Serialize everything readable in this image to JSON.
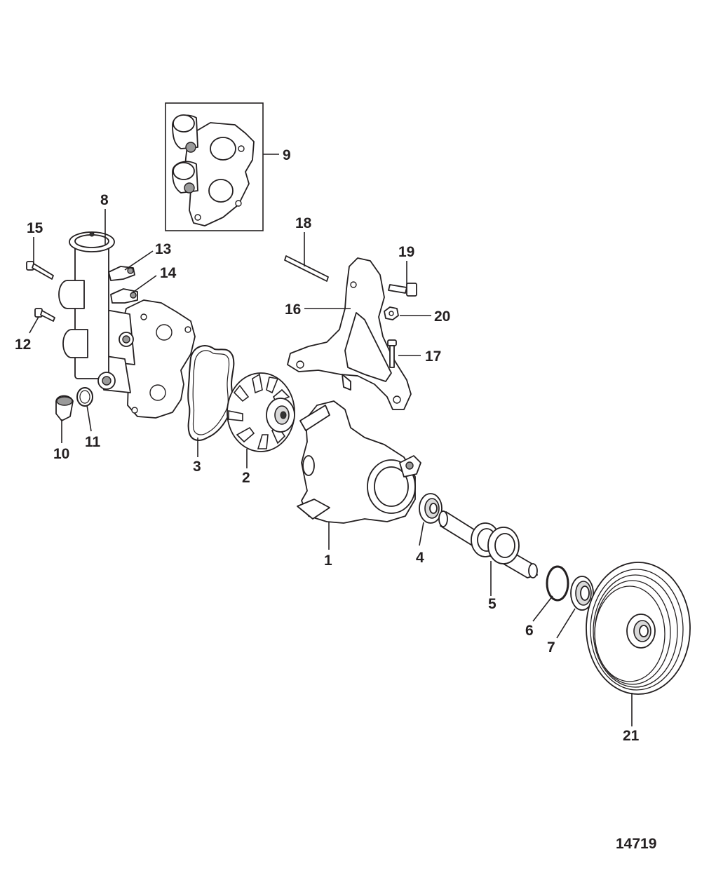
{
  "diagram": {
    "figure_number": "14719",
    "callouts": {
      "c1": "1",
      "c2": "2",
      "c3": "3",
      "c4": "4",
      "c5": "5",
      "c6": "6",
      "c7": "7",
      "c8": "8",
      "c9": "9",
      "c10": "10",
      "c11": "11",
      "c12": "12",
      "c13": "13",
      "c14": "14",
      "c15": "15",
      "c16": "16",
      "c17": "17",
      "c18": "18",
      "c19": "19",
      "c20": "20",
      "c21": "21"
    },
    "parts": [
      "water-pump-body",
      "impeller",
      "gasket",
      "bearing",
      "shaft",
      "snap-ring",
      "seal",
      "thermostat-housing",
      "cover-plate-inset",
      "drain-plug",
      "o-ring",
      "screw",
      "fitting",
      "fitting",
      "bolt",
      "bracket",
      "bolt",
      "stud",
      "bolt",
      "nut",
      "pulley"
    ],
    "colors": {
      "line": "#231f20",
      "fill": "#ffffff",
      "shade": "#d9d9d9"
    }
  }
}
